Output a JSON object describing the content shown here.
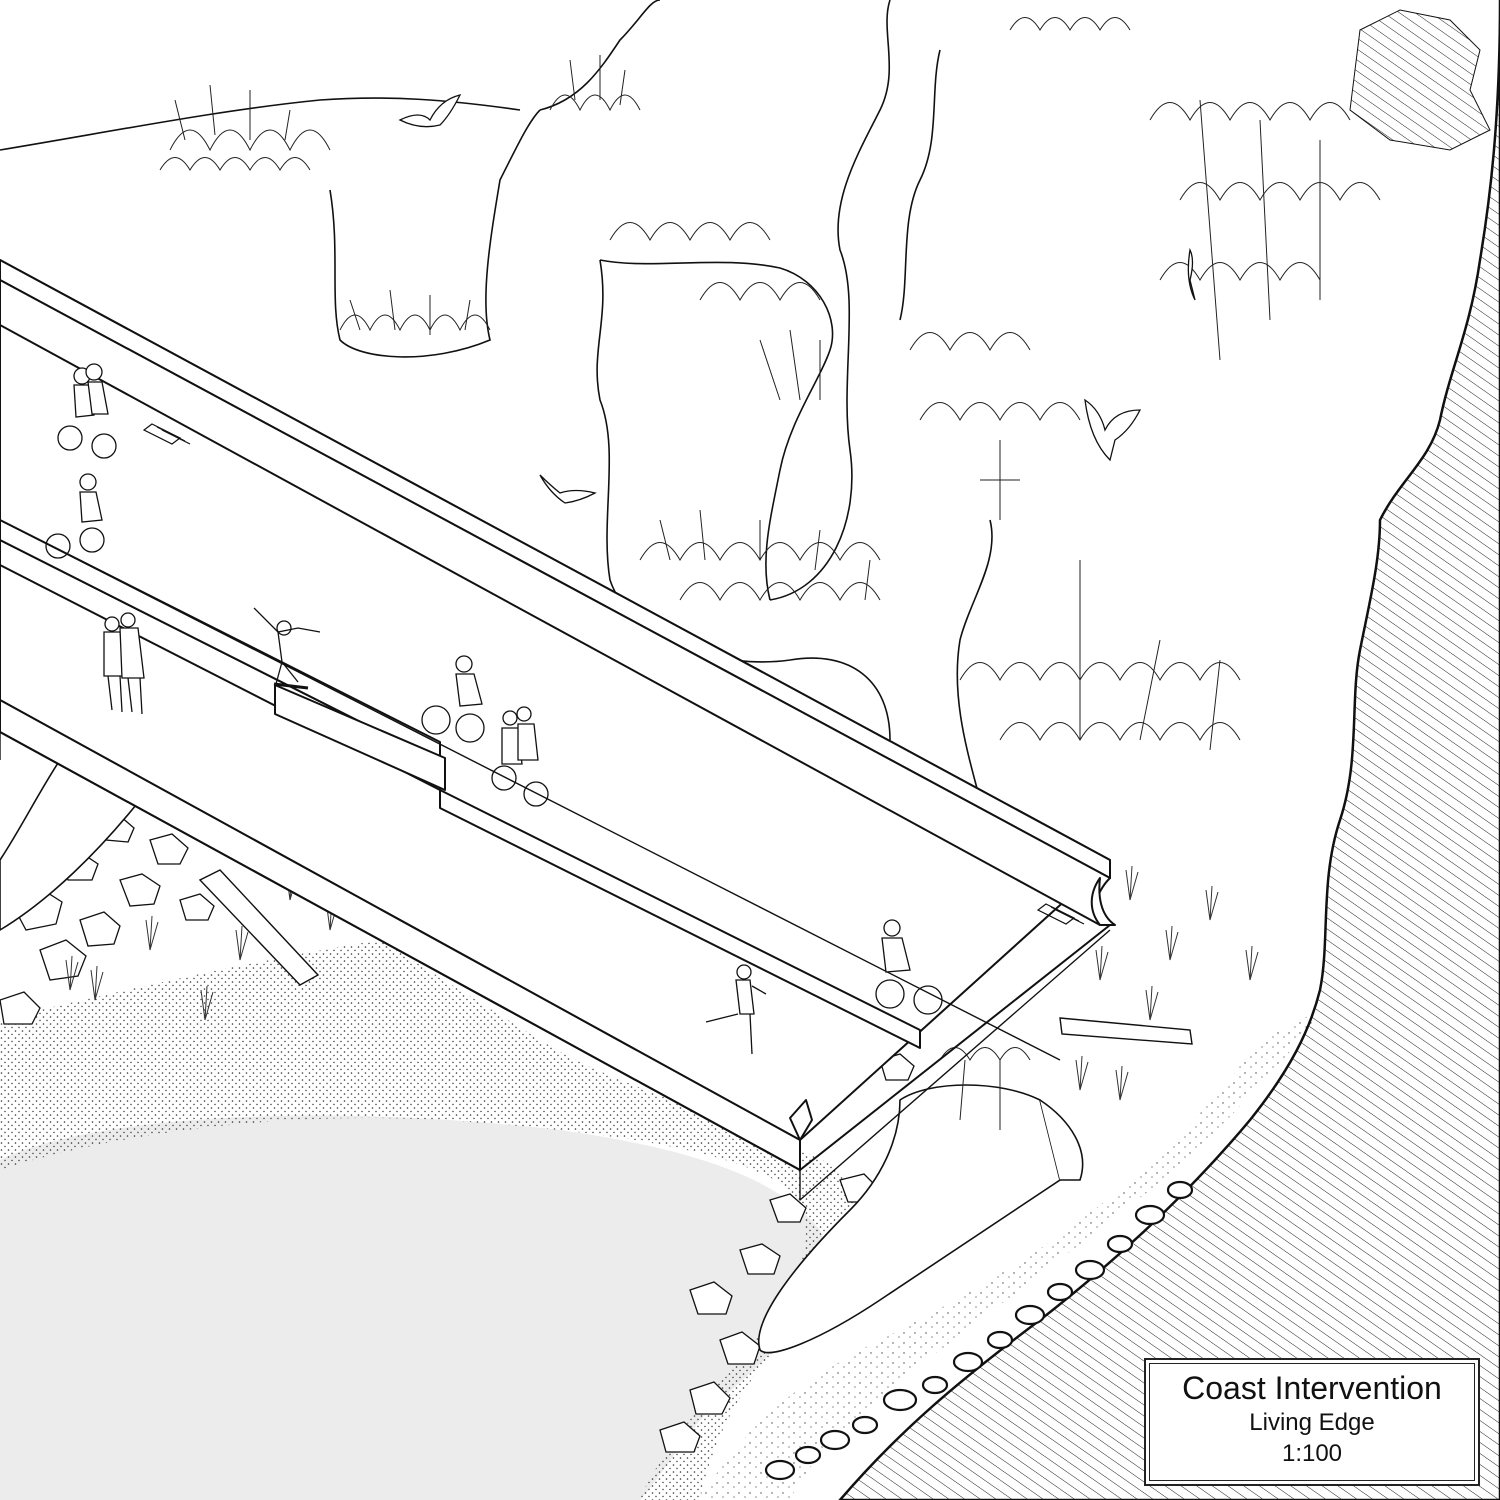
{
  "title_block": {
    "title": "Coast Intervention",
    "subtitle": "Living Edge",
    "scale": "1:100"
  },
  "palette": {
    "ink": "#111111",
    "water": "#ececec",
    "paper": "#ffffff"
  }
}
